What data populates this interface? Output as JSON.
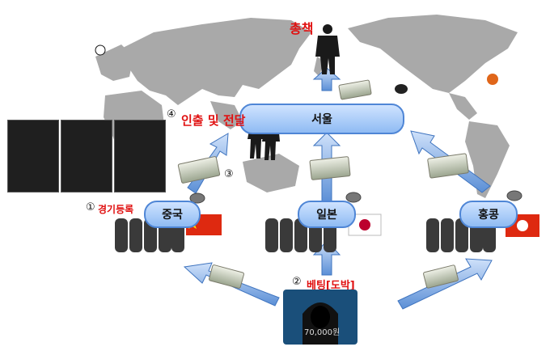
{
  "labels": {
    "boss": "총책",
    "withdraw": "인출 및 전달",
    "register": "경기등록",
    "betting": "베팅[도박]",
    "hacker_text": "70,000원"
  },
  "steps": {
    "s1": "①",
    "s2": "②",
    "s3": "③",
    "s4": "④"
  },
  "nodes": {
    "seoul": "서울",
    "china": "중국",
    "japan": "일본",
    "hongkong": "홍콩"
  },
  "colors": {
    "arrow": "#5b8fd6",
    "highlight": "#e01010",
    "map": "#a8a8a8"
  }
}
